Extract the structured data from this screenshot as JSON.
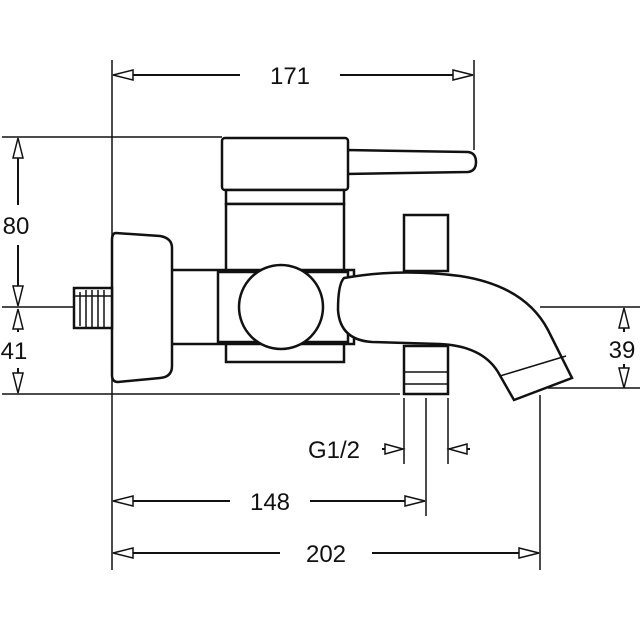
{
  "dimensions": {
    "top_width": "171",
    "left_height_upper": "80",
    "left_height_lower": "41",
    "right_height": "39",
    "thread": "G1/2",
    "center_distance": "148",
    "total_width": "202"
  }
}
